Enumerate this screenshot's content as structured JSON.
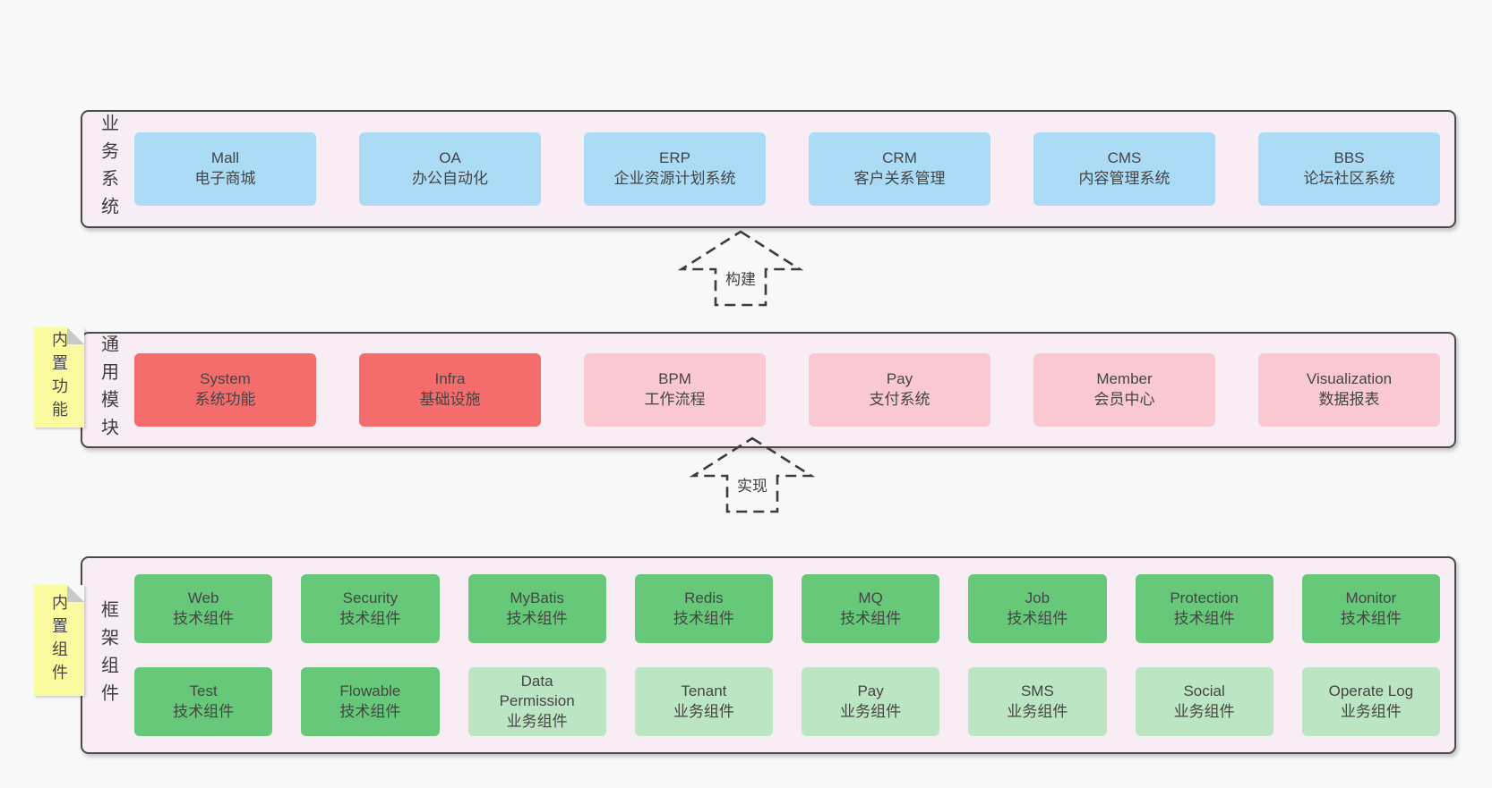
{
  "colors": {
    "page_bg": "#f8f8f8",
    "container_bg": "#f8edf5",
    "container_border": "#4a4a4a",
    "note_yellow": "#fafa9e",
    "fold_gray": "#c9c9c9",
    "blue": "#abdbf5",
    "red": "#f56c6c",
    "pink": "#fac8d1",
    "green": "#67c87a",
    "light_green": "#bce5c3",
    "text": "#454545"
  },
  "arrows": [
    {
      "label": "构建"
    },
    {
      "label": "实现"
    }
  ],
  "layers": [
    {
      "label": "业务系统",
      "note": null,
      "boxes": [
        {
          "name": "Mall",
          "desc": "电子商城",
          "variant": "blue"
        },
        {
          "name": "OA",
          "desc": "办公自动化",
          "variant": "blue"
        },
        {
          "name": "ERP",
          "desc": "企业资源计划系统",
          "variant": "blue"
        },
        {
          "name": "CRM",
          "desc": "客户关系管理",
          "variant": "blue"
        },
        {
          "name": "CMS",
          "desc": "内容管理系统",
          "variant": "blue"
        },
        {
          "name": "BBS",
          "desc": "论坛社区系统",
          "variant": "blue"
        }
      ]
    },
    {
      "label": "通用模块",
      "note": "内置功能",
      "boxes": [
        {
          "name": "System",
          "desc": "系统功能",
          "variant": "red"
        },
        {
          "name": "Infra",
          "desc": "基础设施",
          "variant": "red"
        },
        {
          "name": "BPM",
          "desc": "工作流程",
          "variant": "pink"
        },
        {
          "name": "Pay",
          "desc": "支付系统",
          "variant": "pink"
        },
        {
          "name": "Member",
          "desc": "会员中心",
          "variant": "pink"
        },
        {
          "name": "Visualization",
          "desc": "数据报表",
          "variant": "pink"
        }
      ]
    },
    {
      "label": "框架组件",
      "note": "内置组件",
      "boxes": [
        {
          "name": "Web",
          "desc": "技术组件",
          "variant": "green"
        },
        {
          "name": "Security",
          "desc": "技术组件",
          "variant": "green"
        },
        {
          "name": "MyBatis",
          "desc": "技术组件",
          "variant": "green"
        },
        {
          "name": "Redis",
          "desc": "技术组件",
          "variant": "green"
        },
        {
          "name": "MQ",
          "desc": "技术组件",
          "variant": "green"
        },
        {
          "name": "Job",
          "desc": "技术组件",
          "variant": "green"
        },
        {
          "name": "Protection",
          "desc": "技术组件",
          "variant": "green"
        },
        {
          "name": "Monitor",
          "desc": "技术组件",
          "variant": "green"
        },
        {
          "name": "Test",
          "desc": "技术组件",
          "variant": "green"
        },
        {
          "name": "Flowable",
          "desc": "技术组件",
          "variant": "green"
        },
        {
          "name": "Data Permission",
          "desc": "业务组件",
          "variant": "light_green"
        },
        {
          "name": "Tenant",
          "desc": "业务组件",
          "variant": "light_green"
        },
        {
          "name": "Pay",
          "desc": "业务组件",
          "variant": "light_green"
        },
        {
          "name": "SMS",
          "desc": "业务组件",
          "variant": "light_green"
        },
        {
          "name": "Social",
          "desc": "业务组件",
          "variant": "light_green"
        },
        {
          "name": "Operate Log",
          "desc": "业务组件",
          "variant": "light_green"
        }
      ]
    }
  ]
}
